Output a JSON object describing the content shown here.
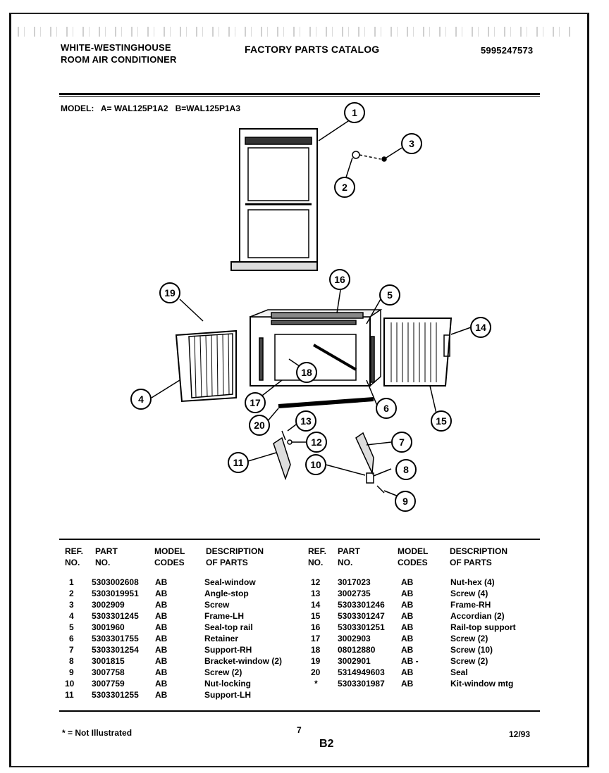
{
  "header": {
    "brand_line1": "WHITE-WESTINGHOUSE",
    "brand_line2": "ROOM AIR CONDITIONER",
    "catalog_title": "FACTORY PARTS CATALOG",
    "catalog_number": "5995247573"
  },
  "model_line": {
    "label": "MODEL:",
    "model_a": "A= WAL125P1A2",
    "model_b": "B=WAL125P1A3"
  },
  "diagram": {
    "callouts": [
      "1",
      "2",
      "3",
      "4",
      "5",
      "6",
      "7",
      "8",
      "9",
      "10",
      "11",
      "12",
      "13",
      "14",
      "15",
      "16",
      "17",
      "18",
      "19",
      "20"
    ]
  },
  "table": {
    "headers": {
      "ref": [
        "REF.",
        "NO."
      ],
      "part": [
        "PART",
        "NO."
      ],
      "model": [
        "MODEL",
        "CODES"
      ],
      "desc": [
        "DESCRIPTION",
        "OF PARTS"
      ]
    },
    "left_rows": [
      {
        "ref": "1",
        "part": "5303002608",
        "codes": "AB",
        "desc": "Seal-window"
      },
      {
        "ref": "2",
        "part": "5303019951",
        "codes": "AB",
        "desc": "Angle-stop"
      },
      {
        "ref": "3",
        "part": "3002909",
        "codes": "AB",
        "desc": "Screw"
      },
      {
        "ref": "4",
        "part": "5303301245",
        "codes": "AB",
        "desc": "Frame-LH"
      },
      {
        "ref": "5",
        "part": "3001960",
        "codes": "AB",
        "desc": "Seal-top rail"
      },
      {
        "ref": "6",
        "part": "5303301755",
        "codes": "AB",
        "desc": "Retainer"
      },
      {
        "ref": "7",
        "part": "5303301254",
        "codes": "AB",
        "desc": "Support-RH"
      },
      {
        "ref": "8",
        "part": "3001815",
        "codes": "AB",
        "desc": "Bracket-window (2)"
      },
      {
        "ref": "9",
        "part": "3007758",
        "codes": "AB",
        "desc": "Screw (2)"
      },
      {
        "ref": "10",
        "part": "3007759",
        "codes": "AB",
        "desc": "Nut-locking"
      },
      {
        "ref": "11",
        "part": "5303301255",
        "codes": "AB",
        "desc": "Support-LH"
      }
    ],
    "right_rows": [
      {
        "ref": "12",
        "part": "3017023",
        "codes": "AB",
        "desc": "Nut-hex (4)"
      },
      {
        "ref": "13",
        "part": "3002735",
        "codes": "AB",
        "desc": "Screw (4)"
      },
      {
        "ref": "14",
        "part": "5303301246",
        "codes": "AB",
        "desc": "Frame-RH"
      },
      {
        "ref": "15",
        "part": "5303301247",
        "codes": "AB",
        "desc": "Accordian (2)"
      },
      {
        "ref": "16",
        "part": "5303301251",
        "codes": "AB",
        "desc": "Rail-top support"
      },
      {
        "ref": "17",
        "part": "3002903",
        "codes": "AB",
        "desc": "Screw (2)"
      },
      {
        "ref": "18",
        "part": "08012880",
        "codes": "AB",
        "desc": "Screw (10)"
      },
      {
        "ref": "19",
        "part": "3002901",
        "codes": "AB -",
        "desc": "Screw (2)"
      },
      {
        "ref": "20",
        "part": "5314949603",
        "codes": "AB",
        "desc": "Seal"
      },
      {
        "ref": "*",
        "part": "5303301987",
        "codes": "AB",
        "desc": "Kit-window mtg"
      }
    ]
  },
  "footer": {
    "note": "* = Not Illustrated",
    "page_number": "7",
    "page_code": "B2",
    "date": "12/93"
  }
}
